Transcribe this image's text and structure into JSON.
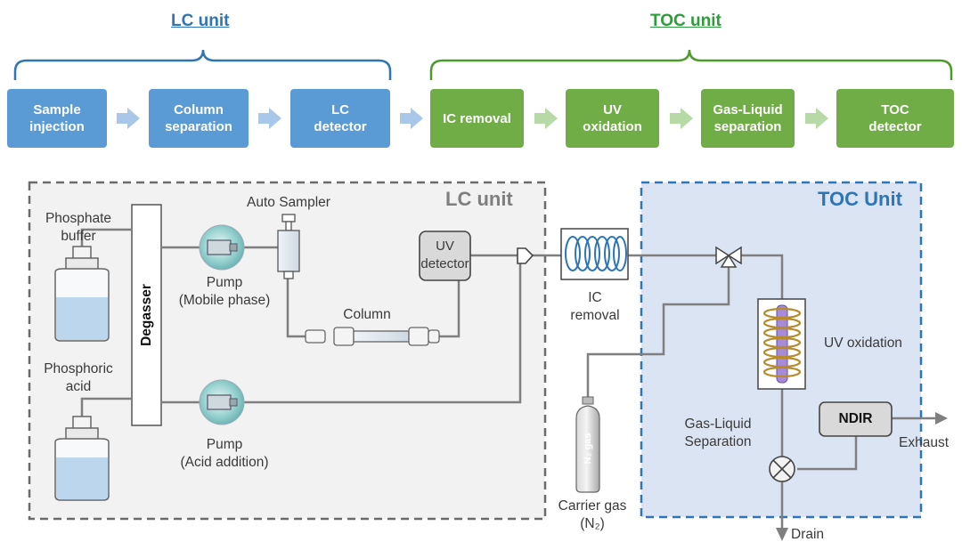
{
  "header": {
    "lc_unit_title": "LC unit",
    "toc_unit_title": "TOC unit",
    "colors": {
      "lc_blue": "#5b9bd5",
      "lc_title": "#2e75b6",
      "toc_green": "#70ad47",
      "toc_title": "#2e9b3c"
    }
  },
  "flow_steps": [
    {
      "label": "Sample\ninjection",
      "unit": "lc"
    },
    {
      "label": "Column\nseparation",
      "unit": "lc"
    },
    {
      "label": "LC\ndetector",
      "unit": "lc"
    },
    {
      "label": "IC removal",
      "unit": "toc"
    },
    {
      "label": "UV\noxidation",
      "unit": "toc"
    },
    {
      "label": "Gas-Liquid\nseparation",
      "unit": "toc"
    },
    {
      "label": "TOC\ndetector",
      "unit": "toc"
    }
  ],
  "schematic": {
    "lc_box_label": "LC unit",
    "toc_box_label": "TOC Unit",
    "phosphate_buffer": "Phosphate\nbuffer",
    "phosphoric_acid": "Phosphoric\nacid",
    "degasser": "Degasser",
    "auto_sampler": "Auto Sampler",
    "pump_mobile": "Pump\n(Mobile phase)",
    "pump_acid": "Pump\n(Acid addition)",
    "column": "Column",
    "uv_detector": "UV\ndetector",
    "ic_removal": "IC\nremoval",
    "uv_oxidation": "UV oxidation",
    "gas_liquid_separation": "Gas-Liquid\nSeparation",
    "ndir": "NDIR",
    "exhaust": "Exhaust",
    "drain": "Drain",
    "carrier_gas": "Carrier gas",
    "carrier_gas_formula": "(N₂)",
    "cylinder_label": "N₂ gas"
  }
}
